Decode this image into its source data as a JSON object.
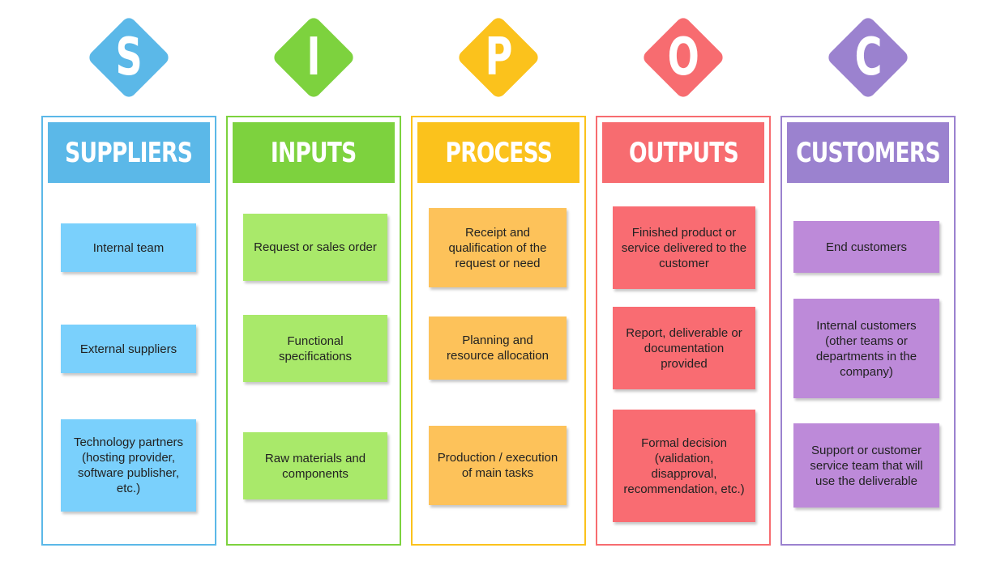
{
  "columns": [
    {
      "letter": "S",
      "title": "SUPPLIERS",
      "color": "#5bb8e8",
      "note_color": "#7ad0fc",
      "items": [
        "Internal team",
        "External suppliers",
        "Technology partners (hosting provider, software publisher, etc.)"
      ]
    },
    {
      "letter": "I",
      "title": "INPUTS",
      "color": "#7dd23e",
      "note_color": "#a9e96a",
      "items": [
        "Request or sales order",
        "Functional specifications",
        "Raw materials and components"
      ]
    },
    {
      "letter": "P",
      "title": "PROCESS",
      "color": "#fbc21c",
      "note_color": "#fdc25a",
      "items": [
        "Receipt and qualification of the request or need",
        "Planning and resource allocation",
        "Production / execution of main tasks"
      ]
    },
    {
      "letter": "O",
      "title": "OUTPUTS",
      "color": "#f76c70",
      "note_color": "#f96c72",
      "items": [
        "Finished product or service delivered to the customer",
        "Report, deliverable or documentation provided",
        "Formal decision (validation, disapproval, recommendation, etc.)"
      ]
    },
    {
      "letter": "C",
      "title": "CUSTOMERS",
      "color": "#9b82cf",
      "note_color": "#bd8ad9",
      "items": [
        "End customers",
        "Internal customers (other teams or departments in the company)",
        "Support or customer service team that will use the deliverable"
      ]
    }
  ]
}
